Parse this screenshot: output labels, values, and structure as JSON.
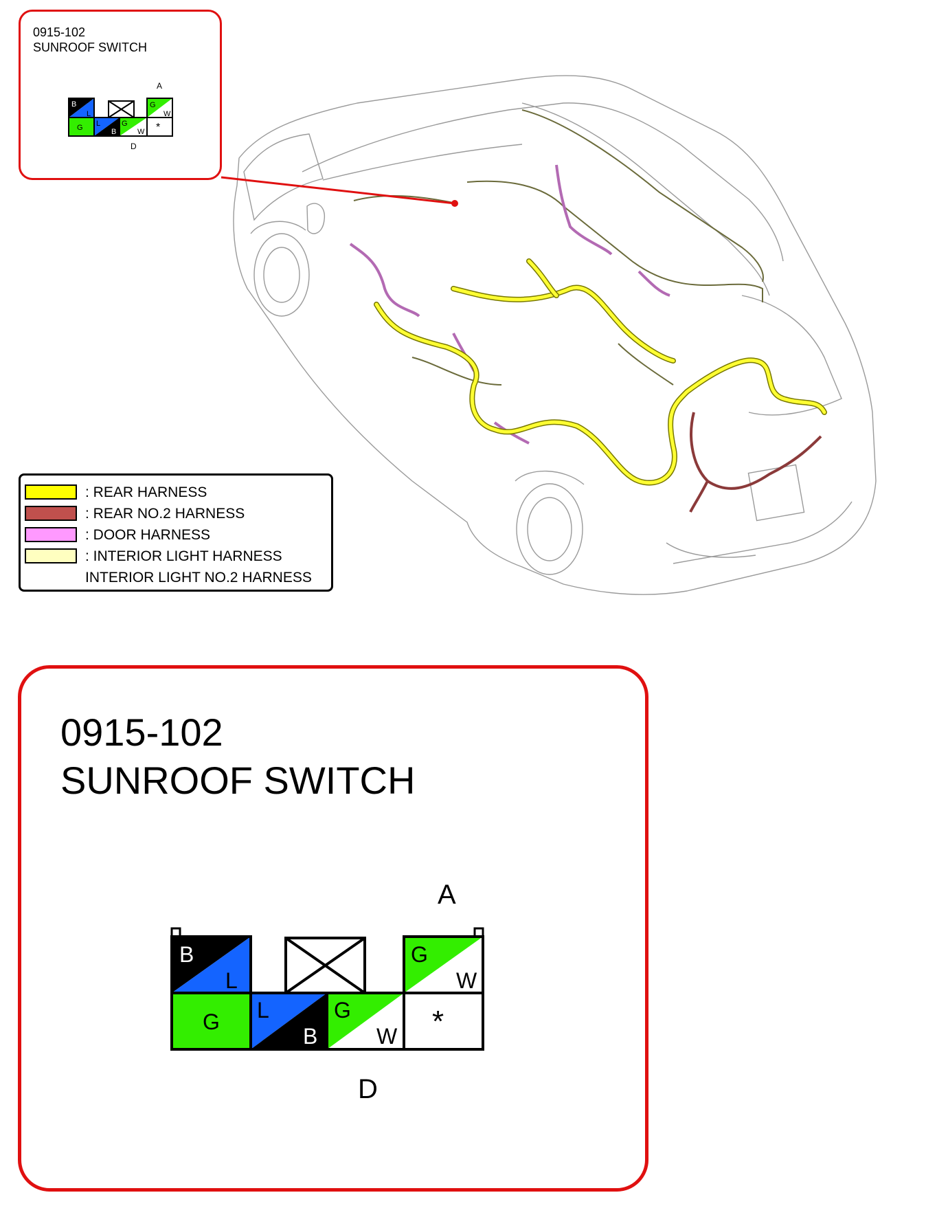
{
  "connector": {
    "code": "0915-102",
    "name": "SUNROOF SWITCH",
    "label_top": "A",
    "label_bottom": "D",
    "terminals": {
      "top_left": {
        "upper": "B",
        "lower": "L"
      },
      "top_right": {
        "upper": "G",
        "lower": "W"
      },
      "bot_left": {
        "label": "G"
      },
      "bot_mid1": {
        "upper": "L",
        "lower": "B"
      },
      "bot_mid2": {
        "upper": "G",
        "lower": "W"
      },
      "bot_right": {
        "label": "*"
      }
    }
  },
  "legend": {
    "items": [
      {
        "label": ": REAR HARNESS",
        "color": "#ffff00"
      },
      {
        "label": ": REAR NO.2 HARNESS",
        "color": "#c0504d"
      },
      {
        "label": ": DOOR HARNESS",
        "color": "#ff99ff"
      },
      {
        "label": ": INTERIOR LIGHT HARNESS",
        "color": "#ffffc0"
      }
    ],
    "extra_label": "INTERIOR LIGHT NO.2 HARNESS"
  },
  "colors": {
    "wire_black": "#000000",
    "wire_blue": "#1464ff",
    "wire_green": "#33ee00",
    "callout_border": "#e01010"
  }
}
